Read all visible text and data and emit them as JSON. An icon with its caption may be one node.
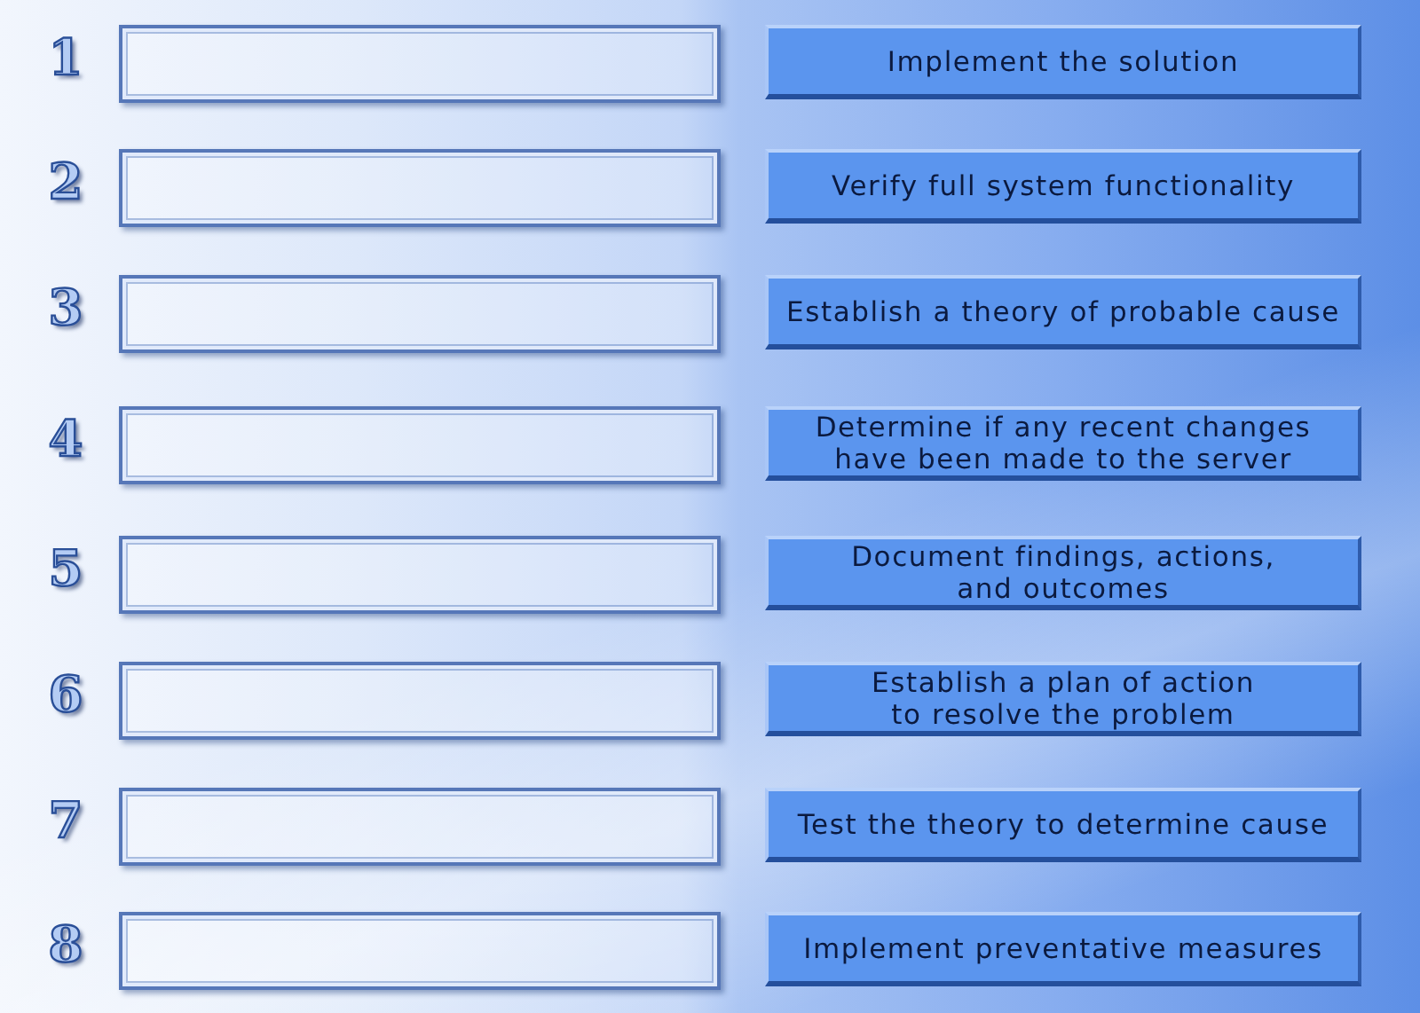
{
  "diagram": {
    "nodes": [
      {
        "text": [],
        "shape": "box",
        "beside": [
          "1"
        ]
      },
      {
        "text": [
          "Implement the solution"
        ]
      },
      {
        "text": [],
        "shape": "box",
        "beside": [
          "2"
        ]
      },
      {
        "text": [
          "Verify full system functionality"
        ]
      },
      {
        "text": [],
        "shape": "box",
        "beside": [
          "3"
        ]
      },
      {
        "text": [
          "Establish a theory of probable cause"
        ]
      },
      {
        "text": [],
        "shape": "box",
        "beside": [
          "4"
        ]
      },
      {
        "text": [
          "Determine if any recent changes have been made to the server"
        ]
      },
      {
        "text": [],
        "shape": "box",
        "beside": [
          "5"
        ]
      },
      {
        "text": [
          "Document findings, actions, and outcomes"
        ]
      },
      {
        "text": [],
        "shape": "box",
        "beside": [
          "6"
        ]
      },
      {
        "text": [
          "Establish a plan of action to resolve the problem"
        ]
      },
      {
        "text": [],
        "shape": "box",
        "beside": [
          "7"
        ]
      },
      {
        "text": [
          "Test the theory to determine cause"
        ]
      },
      {
        "text": [],
        "shape": "box",
        "beside": [
          "8"
        ]
      },
      {
        "text": [
          "Implement preventative measures"
        ]
      }
    ]
  }
}
